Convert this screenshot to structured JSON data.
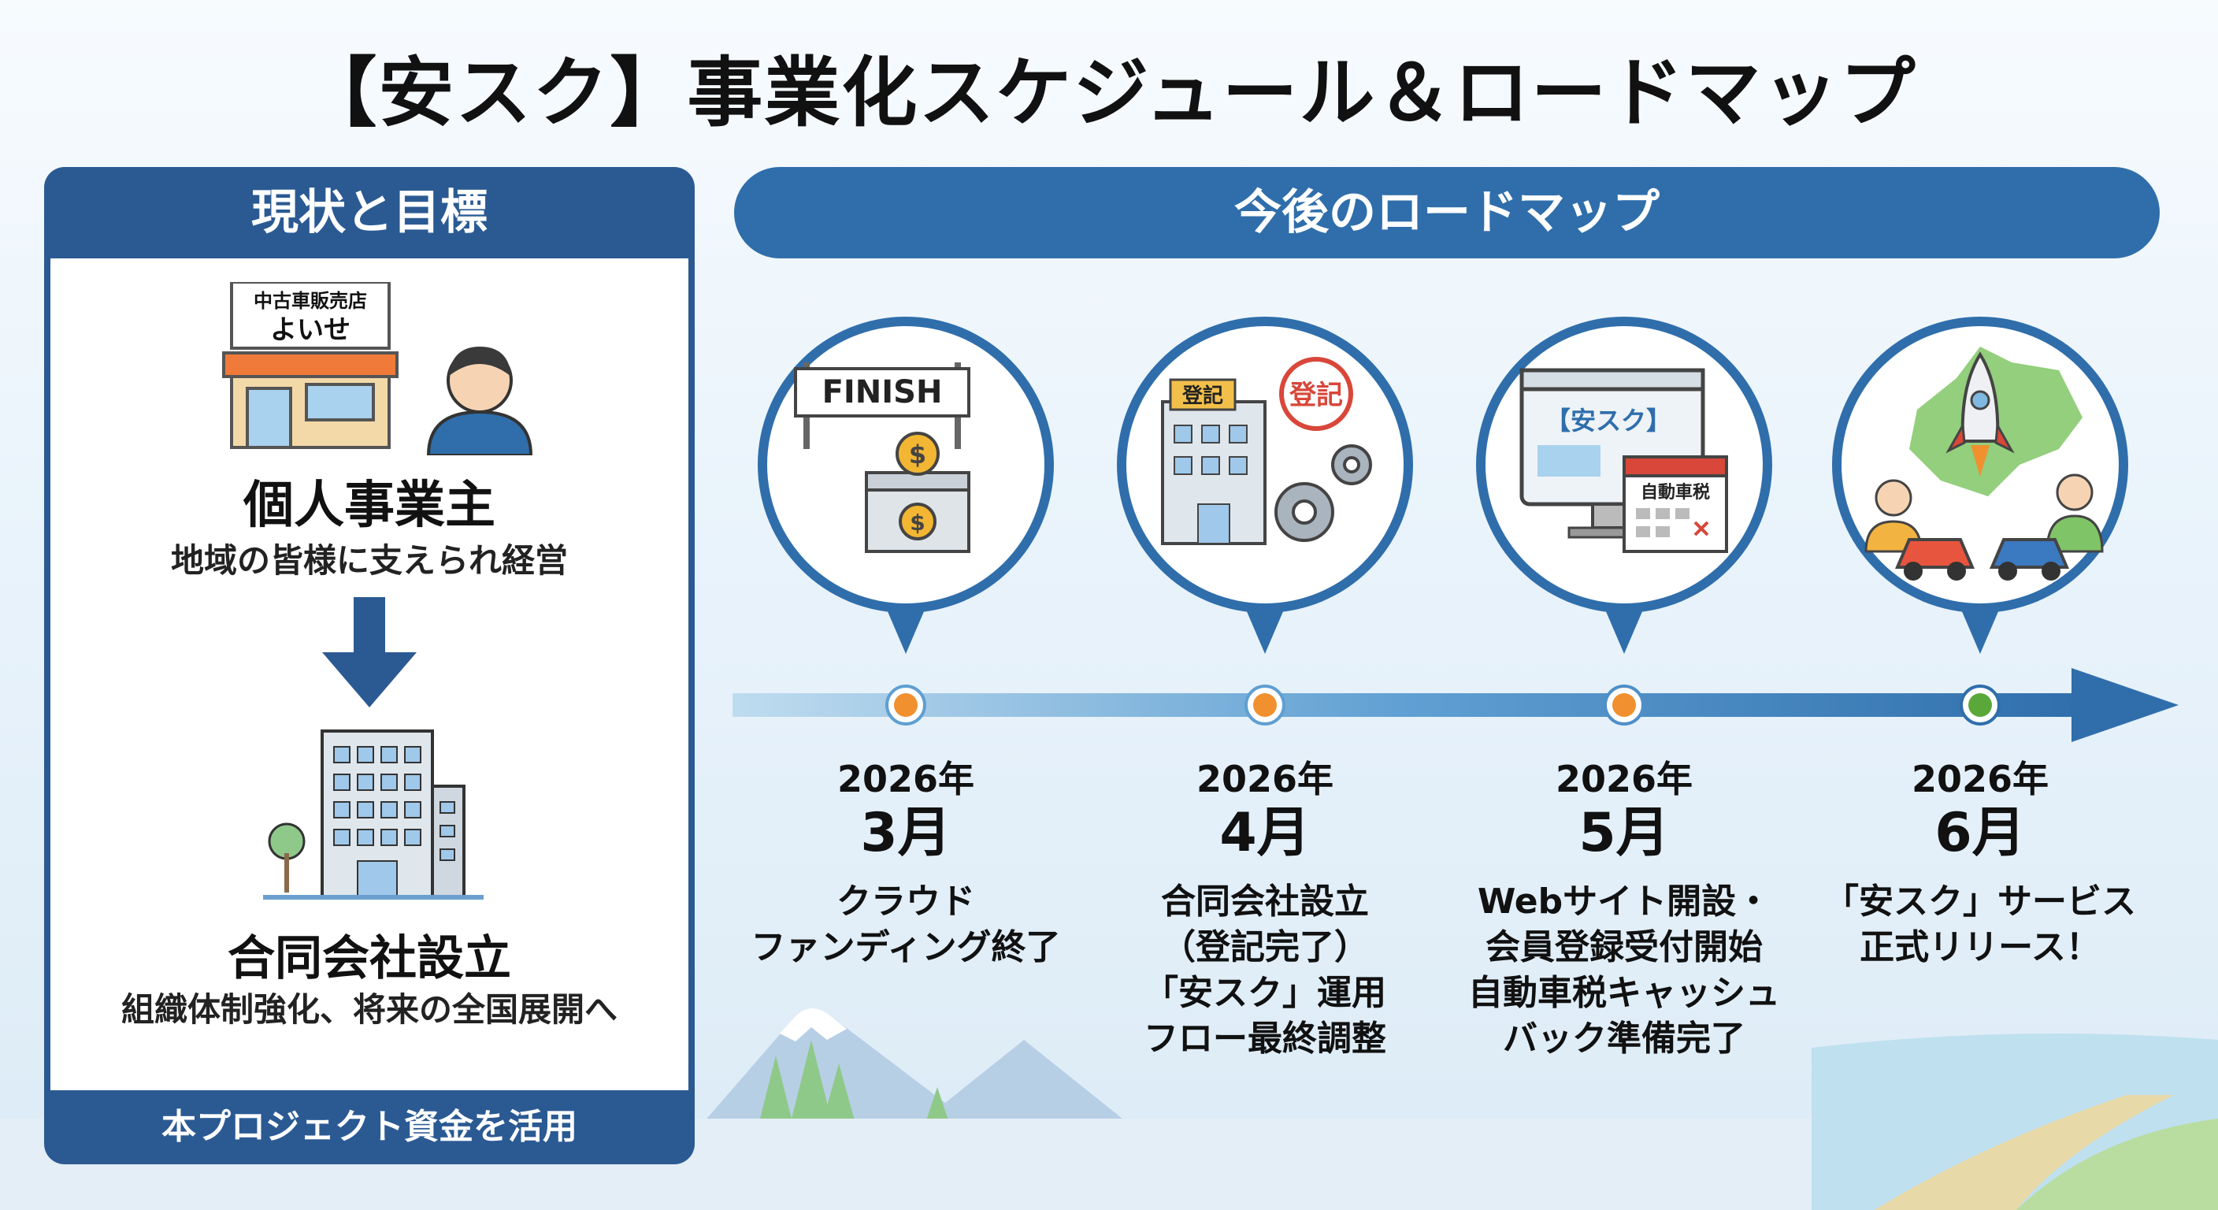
{
  "title": "【安スク】事業化スケジュール＆ロードマップ",
  "left_panel": {
    "header": "現状と目標",
    "shop_sign_small": "中古車販売店",
    "shop_sign_large": "よいせ",
    "current_title": "個人事業主",
    "current_sub": "地域の皆様に支えられ経営",
    "goal_title": "合同会社設立",
    "goal_sub": "組織体制強化、将来の全国展開へ",
    "footer": "本プロジェクト資金を活用"
  },
  "roadmap": {
    "header": "今後のロードマップ",
    "milestones": [
      {
        "year": "2026年",
        "month": "3月",
        "description": "クラウド\nファンディング終了",
        "dot_color": "#f0902f",
        "icon_text": "FINISH"
      },
      {
        "year": "2026年",
        "month": "4月",
        "description": "合同会社設立\n（登記完了）\n「安スク」運用\nフロー最終調整",
        "dot_color": "#f0902f",
        "icon_text": "登記",
        "stamp_text": "登記"
      },
      {
        "year": "2026年",
        "month": "5月",
        "description": "Webサイト開設・\n会員登録受付開始\n自動車税キャッシュ\nバック準備完了",
        "dot_color": "#f0902f",
        "icon_text": "【安スク】",
        "calendar_text": "自動車税"
      },
      {
        "year": "2026年",
        "month": "6月",
        "description": "「安スク」サービス\n正式リリース！",
        "dot_color": "#5aa83a"
      }
    ]
  },
  "colors": {
    "navy": "#2b5a93",
    "blue": "#2f6eab",
    "orange": "#f0902f",
    "green": "#5aa83a"
  }
}
